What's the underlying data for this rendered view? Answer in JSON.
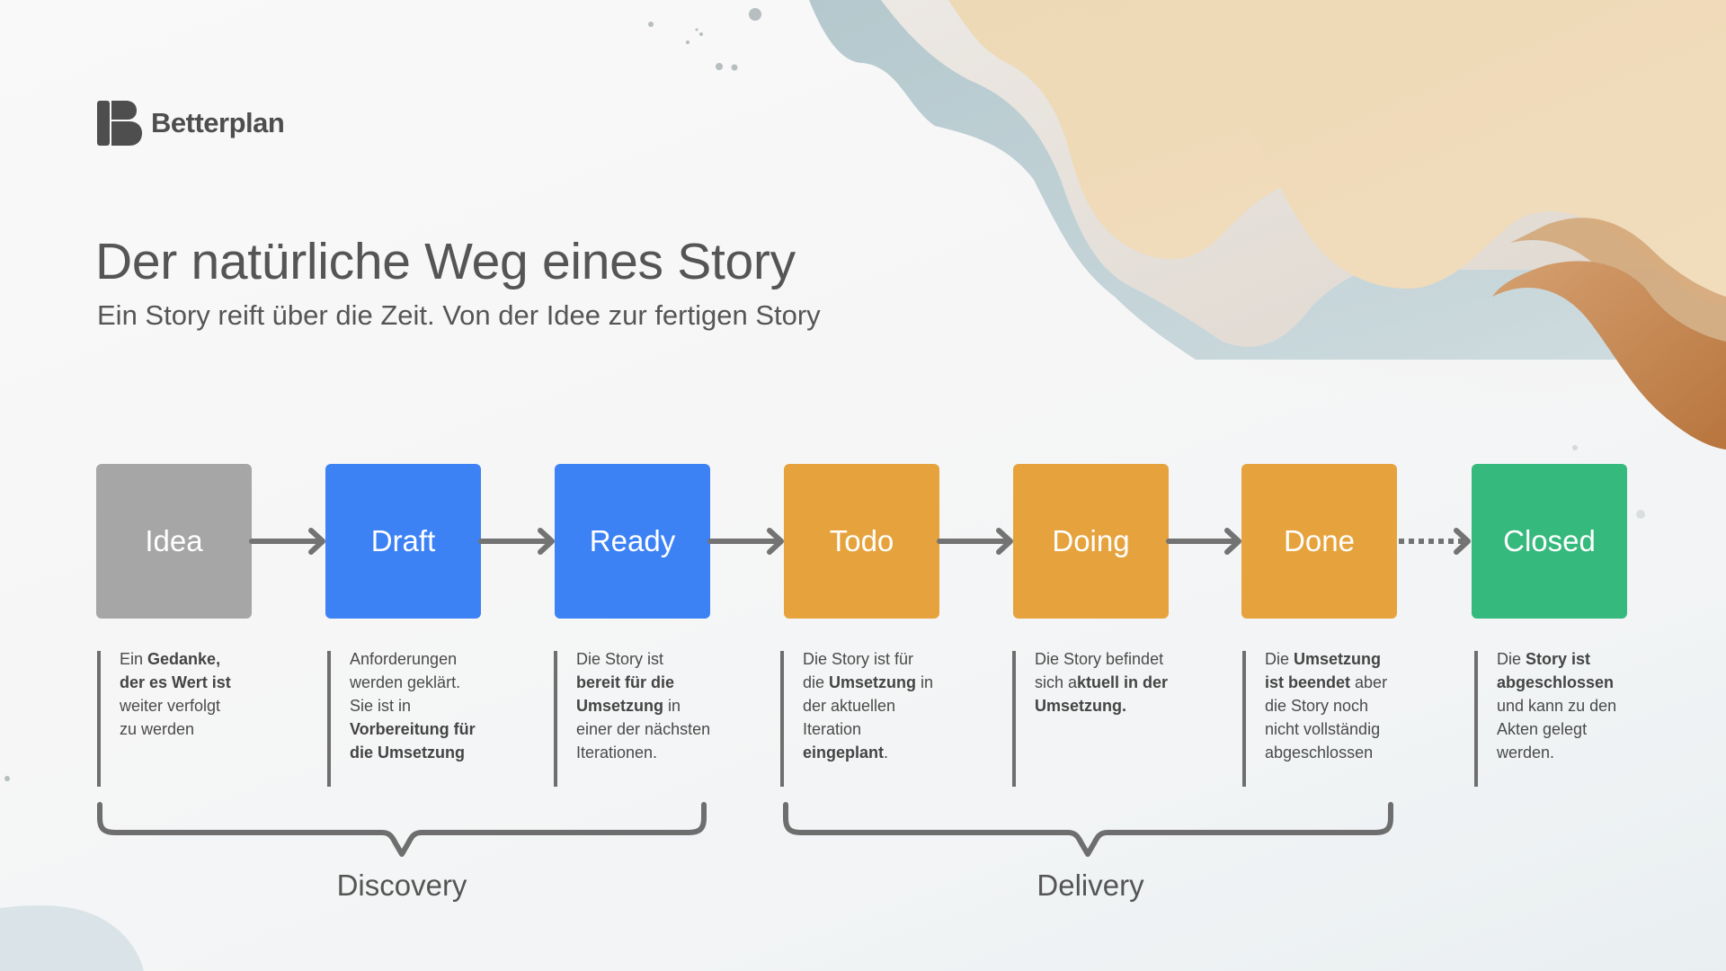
{
  "brand": {
    "name": "Betterplan",
    "logo_icon": "betterplan-b-logo-icon"
  },
  "header": {
    "title": "Der natürliche Weg eines Story",
    "subtitle": "Ein Story reift über die Zeit. Von der Idee zur fertigen Story"
  },
  "colors": {
    "idea": "#a6a6a6",
    "discovery_blue": "#3d82f5",
    "delivery_orange": "#e6a33d",
    "closed_green": "#35b97c",
    "arrow": "#737373",
    "text": "#4a4a4a"
  },
  "stages": [
    {
      "label": "Idea",
      "color": "#a6a6a6",
      "description": [
        {
          "t": "Ein "
        },
        {
          "b": "Gedanke,"
        },
        {
          "br": 1
        },
        {
          "b": "der es Wert ist"
        },
        {
          "br": 1
        },
        {
          "t": "weiter verfolgt"
        },
        {
          "br": 1
        },
        {
          "t": "zu werden"
        }
      ]
    },
    {
      "label": "Draft",
      "color": "#3d82f5",
      "description": [
        {
          "t": "Anforderungen"
        },
        {
          "br": 1
        },
        {
          "t": "werden geklärt."
        },
        {
          "br": 1
        },
        {
          "t": "Sie ist in"
        },
        {
          "br": 1
        },
        {
          "b": "Vorbereitung für"
        },
        {
          "br": 1
        },
        {
          "b": "die Umsetzung"
        }
      ]
    },
    {
      "label": "Ready",
      "color": "#3d82f5",
      "description": [
        {
          "t": "Die Story ist"
        },
        {
          "br": 1
        },
        {
          "b": "bereit für die"
        },
        {
          "br": 1
        },
        {
          "b": "Umsetzung"
        },
        {
          "t": " in"
        },
        {
          "br": 1
        },
        {
          "t": "einer der nächsten"
        },
        {
          "br": 1
        },
        {
          "t": "Iterationen."
        }
      ]
    },
    {
      "label": "Todo",
      "color": "#e6a33d",
      "description": [
        {
          "t": "Die Story ist für"
        },
        {
          "br": 1
        },
        {
          "t": "die "
        },
        {
          "b": "Umsetzung"
        },
        {
          "t": " in"
        },
        {
          "br": 1
        },
        {
          "t": "der aktuellen"
        },
        {
          "br": 1
        },
        {
          "t": "Iteration"
        },
        {
          "br": 1
        },
        {
          "b": "eingeplant"
        },
        {
          "t": "."
        }
      ]
    },
    {
      "label": "Doing",
      "color": "#e6a33d",
      "description": [
        {
          "t": "Die Story befindet"
        },
        {
          "br": 1
        },
        {
          "t": "sich a"
        },
        {
          "b": "ktuell in der"
        },
        {
          "br": 1
        },
        {
          "b": "Umsetzung."
        }
      ]
    },
    {
      "label": "Done",
      "color": "#e6a33d",
      "description": [
        {
          "t": "Die "
        },
        {
          "b": "Umsetzung"
        },
        {
          "br": 1
        },
        {
          "b": "ist beendet"
        },
        {
          "t": " aber"
        },
        {
          "br": 1
        },
        {
          "t": "die Story noch"
        },
        {
          "br": 1
        },
        {
          "t": "nicht vollständig"
        },
        {
          "br": 1
        },
        {
          "t": "abgeschlossen"
        }
      ]
    },
    {
      "label": "Closed",
      "color": "#35b97c",
      "description": [
        {
          "t": "Die "
        },
        {
          "b": "Story ist"
        },
        {
          "br": 1
        },
        {
          "b": "abgeschlossen"
        },
        {
          "br": 1
        },
        {
          "t": "und kann zu den"
        },
        {
          "br": 1
        },
        {
          "t": "Akten gelegt"
        },
        {
          "br": 1
        },
        {
          "t": "werden."
        }
      ]
    }
  ],
  "transitions": [
    {
      "from": "Idea",
      "to": "Draft",
      "style": "solid"
    },
    {
      "from": "Draft",
      "to": "Ready",
      "style": "solid"
    },
    {
      "from": "Ready",
      "to": "Todo",
      "style": "solid"
    },
    {
      "from": "Todo",
      "to": "Doing",
      "style": "solid"
    },
    {
      "from": "Doing",
      "to": "Done",
      "style": "solid"
    },
    {
      "from": "Done",
      "to": "Closed",
      "style": "dotted"
    }
  ],
  "phases": [
    {
      "label": "Discovery",
      "stages": [
        "Idea",
        "Draft",
        "Ready"
      ]
    },
    {
      "label": "Delivery",
      "stages": [
        "Todo",
        "Doing",
        "Done"
      ]
    }
  ]
}
